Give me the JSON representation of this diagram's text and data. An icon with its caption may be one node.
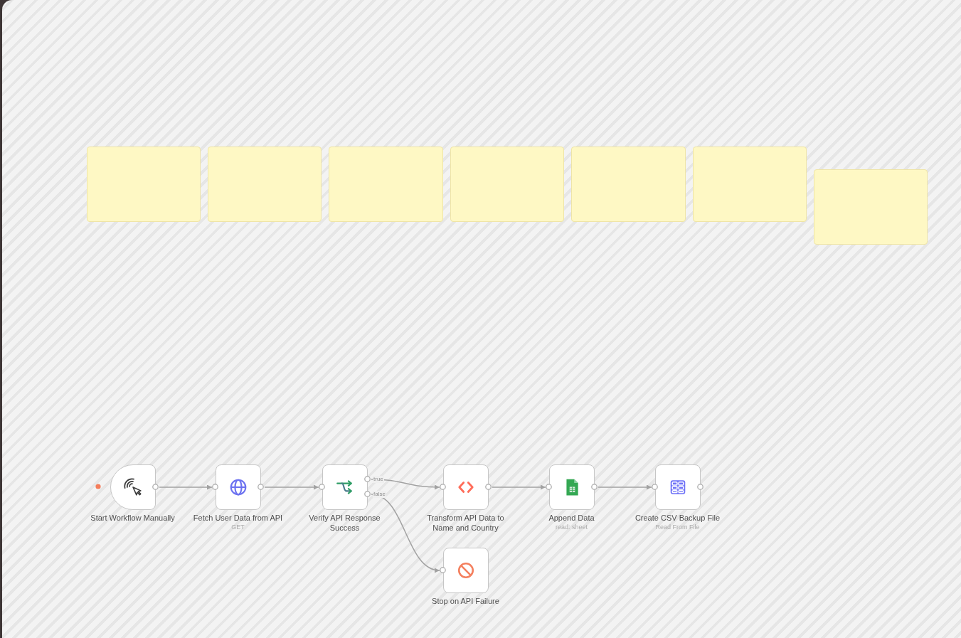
{
  "diagram": {
    "nodes": [
      {
        "text": [],
        "shape": "box"
      },
      {
        "text": [],
        "shape": "box"
      },
      {
        "text": [],
        "shape": "box"
      },
      {
        "text": [],
        "shape": "box"
      },
      {
        "text": [],
        "shape": "box"
      },
      {
        "text": [],
        "shape": "box"
      },
      {
        "text": [],
        "shape": "box"
      },
      {
        "text": [
          "Start Workflow Manually"
        ]
      },
      {
        "text": [
          "Fetch User Data from API",
          "GET"
        ]
      },
      {
        "text": [
          "Verify API Response Success"
        ]
      },
      {
        "text": [
          "Transform API Data to Name and Country"
        ]
      },
      {
        "text": [
          "Append Data",
          "read: sheet"
        ]
      },
      {
        "text": [
          "Create CSV Backup File",
          "Read From File"
        ]
      },
      {
        "text": [
          "Stop on API Failure"
        ]
      }
    ],
    "edges": [
      {
        "from": 7,
        "to": 8,
        "arrow": "to"
      },
      {
        "from": 8,
        "to": 9,
        "arrow": "to"
      },
      {
        "from": 9,
        "to": 10,
        "arrow": "to",
        "label": "true"
      },
      {
        "from": 9,
        "to": 13,
        "arrow": "to",
        "label": "false"
      },
      {
        "from": 10,
        "to": 11,
        "arrow": "to"
      },
      {
        "from": 11,
        "to": 12,
        "arrow": "to"
      }
    ]
  }
}
